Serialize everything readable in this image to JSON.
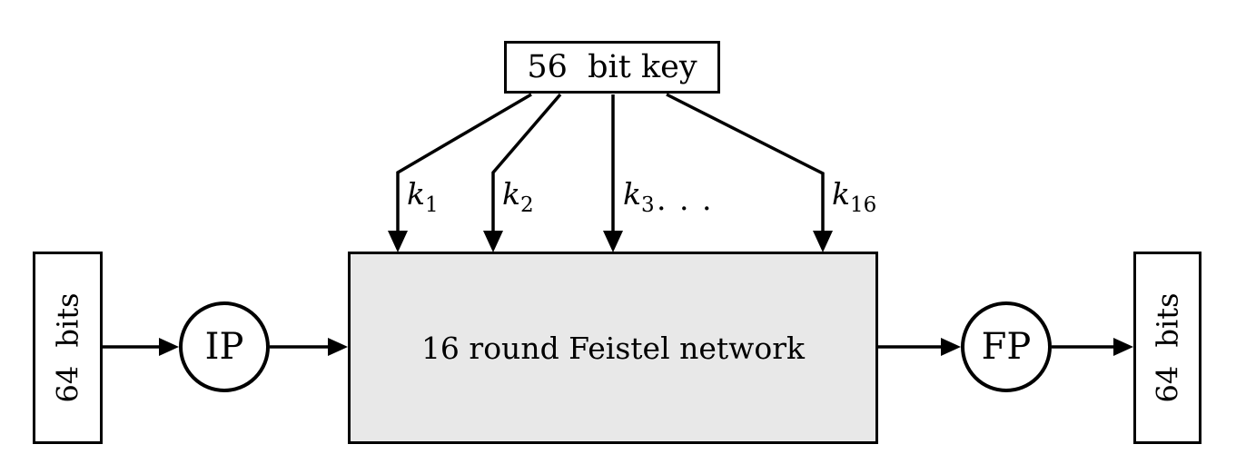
{
  "key_box": {
    "label": "56  bit key"
  },
  "round_keys": [
    {
      "base": "k",
      "sub": "1"
    },
    {
      "base": "k",
      "sub": "2"
    },
    {
      "base": "k",
      "sub": "3"
    },
    {
      "base": "k",
      "sub": "16"
    }
  ],
  "ellipsis": ". . .",
  "feistel_box": {
    "label": "16 round Feistel network"
  },
  "input_box": {
    "label": "64  bits"
  },
  "output_box": {
    "label": "64  bits"
  },
  "ip_node": {
    "label": "IP"
  },
  "fp_node": {
    "label": "FP"
  },
  "colors": {
    "stroke": "#000000",
    "background": "#ffffff",
    "feistel_fill": "#e8e8e8"
  }
}
